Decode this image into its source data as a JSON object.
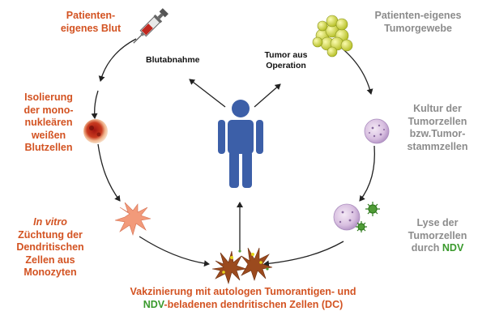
{
  "labels": {
    "blood": "Patienten-\neigenes Blut",
    "isolation": "Isolierung\nder mono-\nnukleären\nweißen\nBlutzellen",
    "invitro_italic": "In vitro",
    "invitro_rest": "Züchtung der\nDendritischen\nZellen aus\nMonozyten",
    "tumor_tissue": "Patienten-eigenes\nTumorgewebe",
    "culture": "Kultur der\nTumorzellen\nbzw.Tumor-\nstammzellen",
    "lysis_line1": "Lyse der",
    "lysis_line2": "Tumorzellen",
    "lysis_prefix": "durch ",
    "lysis_ndv": "NDV",
    "vacc_line1": "Vakzinierung mit autologen Tumorantigen- und",
    "vacc_ndv": "NDV",
    "vacc_rest": "-beladenen dendritischen Zellen (DC)",
    "blood_draw": "Blutabnahme",
    "tumor_op": "Tumor aus\nOperation"
  },
  "colors": {
    "red_label": "#d35322",
    "grey_label": "#8c8c8c",
    "green_ndv": "#3a9a2d",
    "person": "#3c5fa8",
    "arrow": "#222222"
  },
  "icons": [
    "syringe-icon",
    "leukocyte-icon",
    "dendritic-cell-icon",
    "tumor-tissue-icon",
    "tumor-cell-icon",
    "lysed-cell-icon",
    "ndv-virus-icon",
    "loaded-dendritic-cells-icon",
    "person-icon"
  ]
}
